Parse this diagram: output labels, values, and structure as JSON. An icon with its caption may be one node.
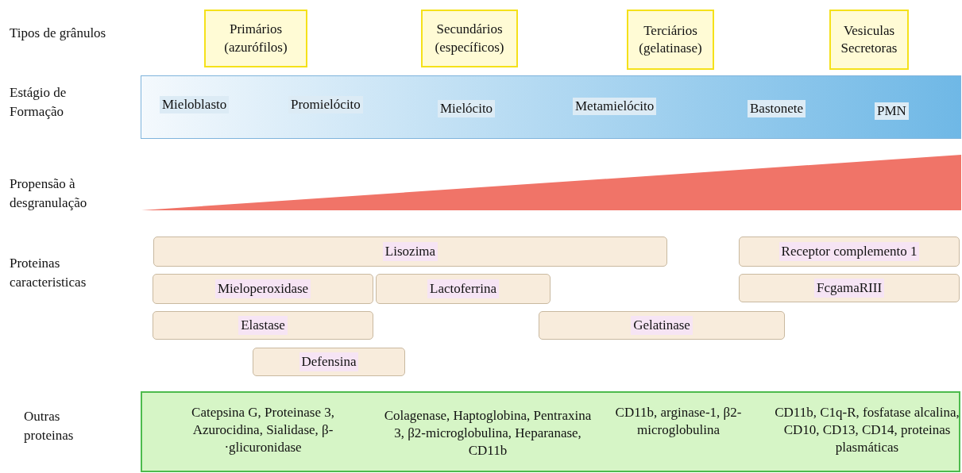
{
  "diagram": {
    "nodes": [
      {
        "text": [
          "Primários (azurófilos)"
        ]
      },
      {
        "text": [
          "Secundários (específicos)"
        ]
      },
      {
        "text": [
          "Terciários (gelatinase)"
        ]
      },
      {
        "text": [
          "Vesiculas Secretoras"
        ]
      },
      {
        "text": [],
        "shape": "bar"
      },
      {
        "text": [
          "Mieloblasto"
        ],
        "in": 4
      },
      {
        "text": [
          "Promielócito"
        ],
        "in": 4
      },
      {
        "text": [
          "Mielócito"
        ],
        "in": 4
      },
      {
        "text": [
          "Metamielócito"
        ],
        "in": 4
      },
      {
        "text": [
          "Bastonete"
        ],
        "in": 4
      },
      {
        "text": [
          "PMN"
        ],
        "in": 4
      },
      {
        "text": [],
        "shape": "triangle"
      },
      {
        "text": [
          "Lisozima"
        ]
      },
      {
        "text": [
          "Receptor complemento 1"
        ]
      },
      {
        "text": [
          "Mieloperoxidase"
        ]
      },
      {
        "text": [
          "Lactoferrina"
        ]
      },
      {
        "text": [
          "FcgamaRIII"
        ]
      },
      {
        "text": [
          "Elastase"
        ]
      },
      {
        "text": [
          "Gelatinase"
        ]
      },
      {
        "text": [
          "Defensina"
        ]
      },
      {
        "text": [
          "Catepsina G, Proteinase 3, Azurocidina, Sialidase, β-·glicuronidase",
          "Colagenase, Haptoglobina, Pentraxina 3, β2-microglobulina, Heparanase, CD11b",
          "CD11b, arginase-1, β2-microglobulina",
          "CD11b, C1q-R, fosfatase alcalina, CD10, CD13, CD14, proteinas plasmáticas"
        ]
      }
    ],
    "edges": [],
    "labels": [
      "Tipos de grânulos",
      "Estágio de Formação",
      "Propensão à desgranulação",
      "Proteinas caracteristicas",
      "Outras proteinas"
    ]
  }
}
